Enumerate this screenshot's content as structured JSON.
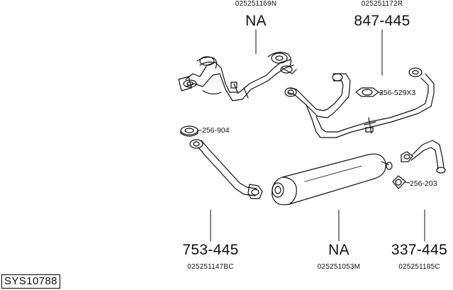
{
  "diagram": {
    "system_id": "SYS10788",
    "parts": [
      {
        "key": "manifold",
        "oem": "025251169N",
        "ref": "NA"
      },
      {
        "key": "front_pipe",
        "oem": "025251172R",
        "ref": "847-445"
      },
      {
        "key": "left_pipe",
        "oem": "025251147BC",
        "ref": "753-445"
      },
      {
        "key": "silencer",
        "oem": "025251053M",
        "ref": "NA"
      },
      {
        "key": "tail_pipe",
        "oem": "025251185C",
        "ref": "337-445"
      }
    ],
    "accessories": [
      {
        "ref": "256-529X3"
      },
      {
        "ref": "256-904"
      },
      {
        "ref": "256-203"
      }
    ]
  }
}
